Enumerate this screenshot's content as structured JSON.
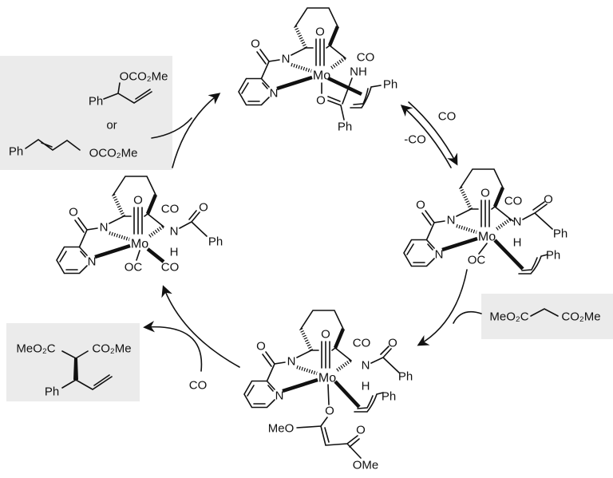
{
  "core_labels": {
    "carbonyl_o": "O",
    "amide_n": "N",
    "pyridine_n": "N",
    "metal": "Mo",
    "co_o": "O"
  },
  "complexes": {
    "top": [
      "CO",
      "NH",
      "O",
      "Ph",
      "Ph"
    ],
    "right": [
      "CO",
      "N",
      "H",
      "O",
      "Ph",
      "OC",
      "Ph"
    ],
    "bottom": [
      "CO",
      "N",
      "H",
      "O",
      "Ph",
      "Ph",
      "O",
      "MeO",
      "O",
      "OMe"
    ],
    "left": [
      "CO",
      "N",
      "H",
      "O",
      "Ph",
      "OC",
      "CO"
    ]
  },
  "substrate_box": {
    "branched_oco2me": "OCO₂Me",
    "branched_ph": "Ph",
    "or": "or",
    "linear_ph": "Ph",
    "linear_oco2me": "OCO₂Me"
  },
  "malonate_box": {
    "left": "MeO₂C",
    "right": "CO₂Me"
  },
  "product_box": {
    "left": "MeO₂C",
    "right": "CO₂Me",
    "ph": "Ph"
  },
  "arrow_labels": {
    "co_forward": "CO",
    "co_reverse": "-CO",
    "co_bottom": "CO"
  }
}
